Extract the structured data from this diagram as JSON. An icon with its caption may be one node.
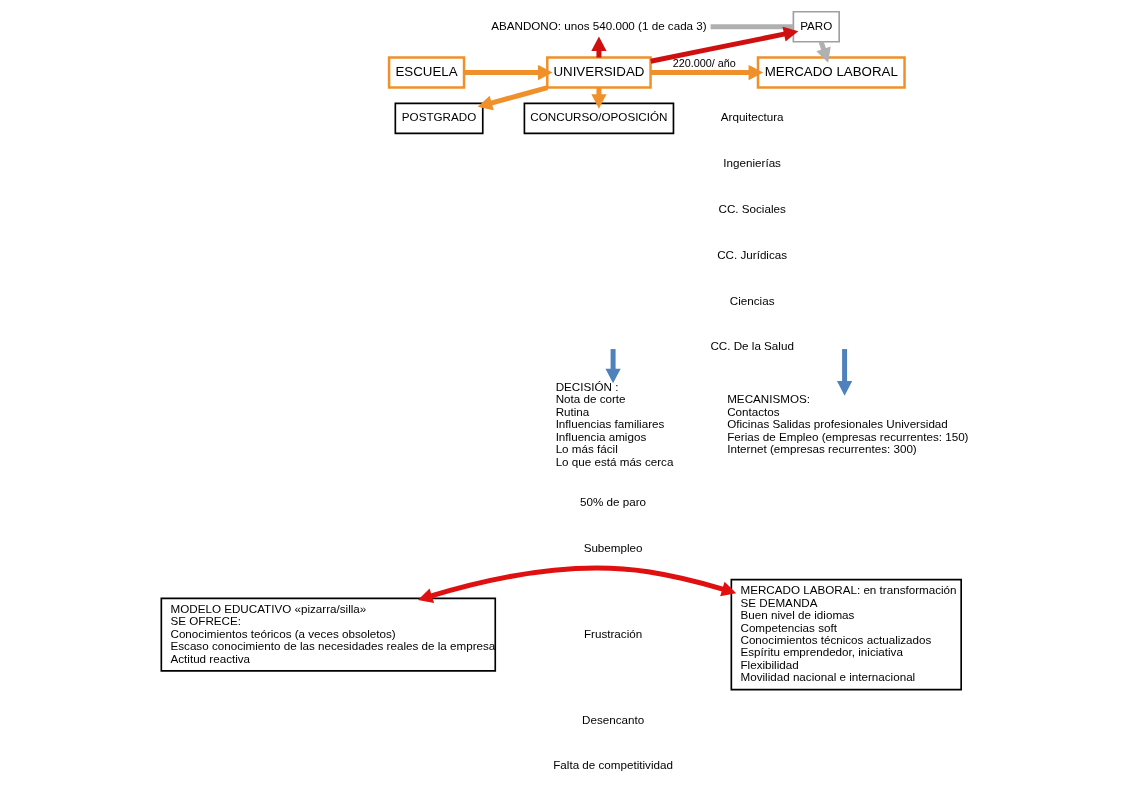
{
  "diagram": {
    "nodes": [
      {
        "text": [
          "ABANDONO: unos 540.000 (1 de cada 3)"
        ]
      },
      {
        "text": [
          "PARO"
        ]
      },
      {
        "text": [
          "ESCUELA"
        ]
      },
      {
        "text": [
          "UNIVERSIDAD"
        ]
      },
      {
        "text": [
          "MERCADO LABORAL"
        ]
      },
      {
        "text": [
          "POSTGRADO"
        ]
      },
      {
        "text": [
          "CONCURSO/OPOSICIÓN"
        ]
      },
      {
        "text": [
          "DECISIÓN :",
          "Nota de corte",
          "Rutina",
          "Influencias familiares",
          "Influencia amigos",
          "Lo más fácil",
          "Lo que está más cerca"
        ]
      },
      {
        "text": [
          "MECANISMOS:",
          "Contactos",
          "Oficinas Salidas profesionales Universidad",
          "Ferias de Empleo (empresas recurrentes: 150)",
          "Internet (empresas recurrentes: 300)"
        ]
      },
      {
        "text": [
          "MODELO EDUCATIVO «pizarra/silla»",
          "SE OFRECE:",
          "Conocimientos teóricos (a veces obsoletos)",
          "Escaso conocimiento de las necesidades reales de la empresa",
          "Actitud reactiva"
        ]
      },
      {
        "text": [
          "MERCADO LABORAL: en transformación",
          "SE DEMANDA",
          "Buen nivel de idiomas",
          "Competencias soft",
          "Conocimientos técnicos actualizados",
          "Espíritu emprendedor, iniciativa",
          "Flexibilidad",
          "Movilidad nacional e internacional"
        ]
      }
    ],
    "edges": [
      {
        "from": 2,
        "to": 3,
        "arrow": "to",
        "color": "#f0902a"
      },
      {
        "from": 3,
        "to": 0,
        "arrow": "to",
        "color": "#d01010"
      },
      {
        "from": 3,
        "to": 4,
        "arrow": "to",
        "label": "220.000/ año",
        "color": "#f0902a"
      },
      {
        "from": 3,
        "to": 1,
        "arrow": "to",
        "color": "#d01010"
      },
      {
        "from": 0,
        "to": 1,
        "arrow": "none",
        "color": "#b0b0b0"
      },
      {
        "from": 1,
        "to": 4,
        "arrow": "to",
        "color": "#b0b0b0"
      },
      {
        "from": 3,
        "to": 5,
        "arrow": "to",
        "color": "#f0902a"
      },
      {
        "from": 3,
        "to": 6,
        "arrow": "to",
        "color": "#f0902a"
      },
      {
        "from": null,
        "to": 7,
        "arrow": "to",
        "color": "#4f81bd"
      },
      {
        "from": null,
        "to": 8,
        "arrow": "to",
        "color": "#4f81bd"
      },
      {
        "from": 9,
        "to": 10,
        "arrow": "both",
        "color": "#e01010"
      }
    ],
    "labels": [
      "Arquitectura",
      "Ingenierías",
      "CC. Sociales",
      "CC. Jurídicas",
      "Ciencias",
      "CC. De la Salud",
      "50% de paro",
      "Subempleo",
      "Frustración",
      "Desencanto",
      "Falta de competitividad"
    ]
  }
}
